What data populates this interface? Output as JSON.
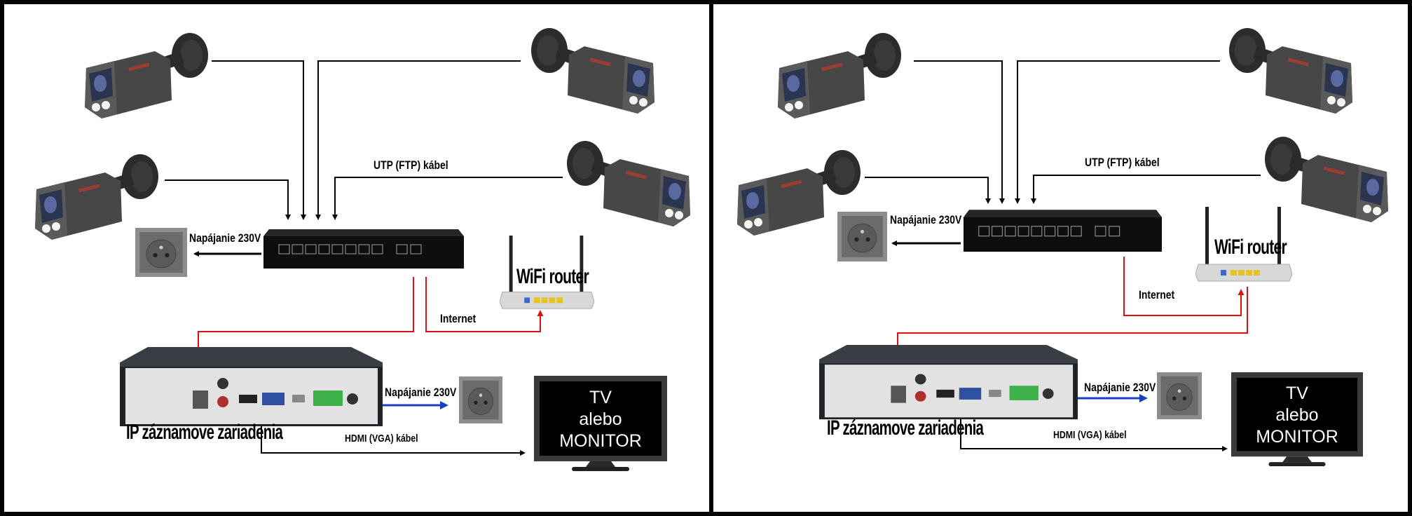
{
  "panels": [
    {
      "utp_label": "UTP (FTP) kábel",
      "power_label_switch": "Napájanie 230V",
      "power_label_nvr": "Napájanie 230V",
      "router_label": "WiFi router",
      "internet_label": "Internet",
      "nvr_label": "IP záznamove zariadenia",
      "hdmi_label": "HDMI (VGA) kábel",
      "tv_lines": [
        "TV",
        "alebo",
        "MONITOR"
      ]
    },
    {
      "utp_label": "UTP (FTP) kábel",
      "power_label_switch": "Napájanie 230V",
      "power_label_nvr": "Napájanie 230V",
      "router_label": "WiFi router",
      "internet_label": "Internet",
      "nvr_label": "IP záznamove zariadenia",
      "hdmi_label": "HDMI (VGA) kábel",
      "tv_lines": [
        "TV",
        "alebo",
        "MONITOR"
      ]
    }
  ],
  "colors": {
    "utp_cable": "#000000",
    "network_cable": "#e01010",
    "power_cable": "#1a3fc0",
    "hdmi_cable": "#000000"
  },
  "icons": [
    "bullet-camera",
    "poe-switch",
    "wall-socket",
    "wifi-router",
    "nvr-recorder",
    "tv-monitor"
  ]
}
